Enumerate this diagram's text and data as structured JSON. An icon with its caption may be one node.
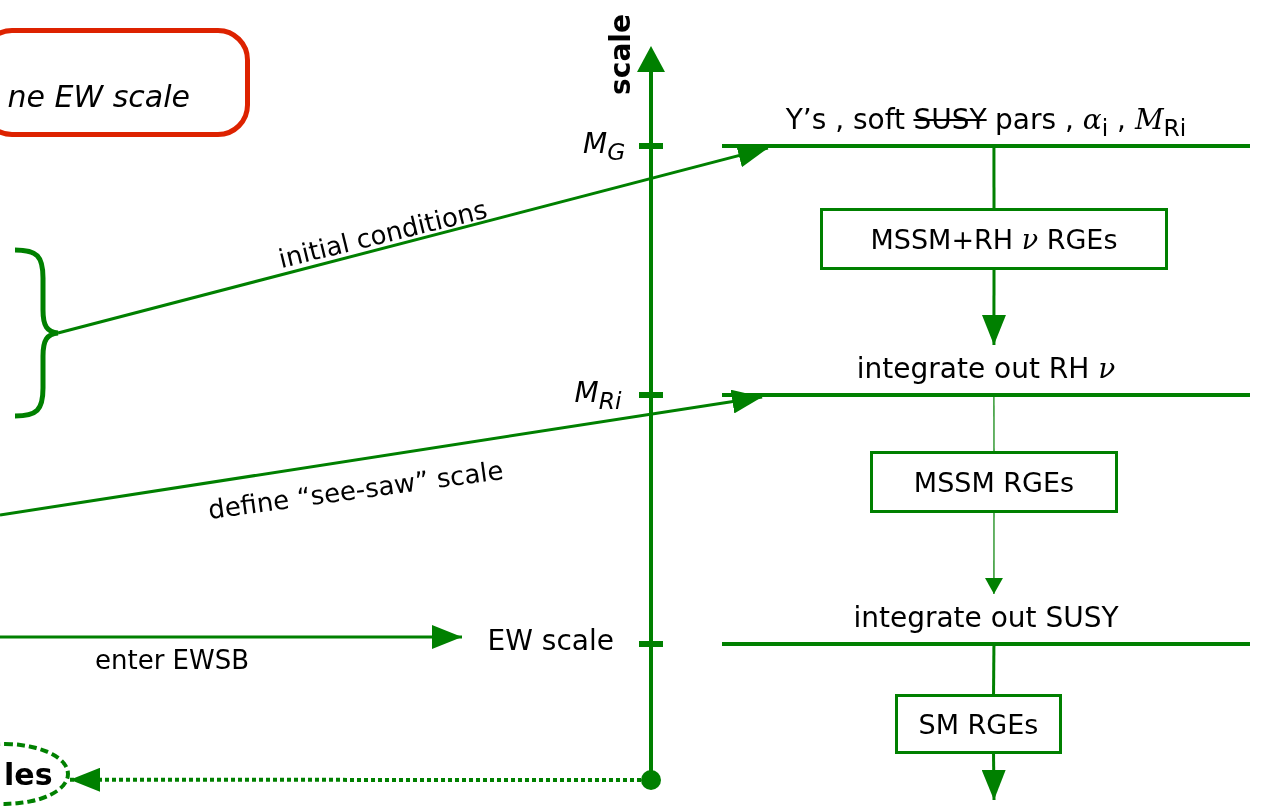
{
  "diagram": {
    "nodes": [
      {
        "text": [
          "ne EW scale"
        ]
      },
      {
        "text": [],
        "shape": "brace"
      },
      {
        "text": [
          "Y’s , soft",
          "SUSY",
          "pars , *α*$_{i}$ , *M*$_{Ri}$"
        ]
      },
      {
        "text": [
          "MSSM+RH *ν* RGEs"
        ]
      },
      {
        "text": [
          "integrate out RH *ν*"
        ]
      },
      {
        "text": [
          "MSSM RGEs"
        ]
      },
      {
        "text": [
          "integrate out SUSY"
        ]
      },
      {
        "text": [
          "SM RGEs"
        ]
      },
      {
        "text": [
          "les"
        ]
      },
      {
        "text": [
          "EW scale"
        ]
      },
      {
        "text": [],
        "shape": "circle"
      }
    ],
    "edges": [
      {
        "from": 1,
        "to": 2,
        "arrow": "to",
        "label": "initial conditions"
      },
      {
        "from": null,
        "to": 4,
        "arrow": "to",
        "label": "define “see-saw” scale"
      },
      {
        "from": null,
        "to": 9,
        "arrow": "to",
        "label": "enter EWSB"
      },
      {
        "from": 10,
        "to": 8,
        "arrow": "to",
        "style": "dashed"
      },
      {
        "from": 2,
        "to": 3,
        "arrow": "none"
      },
      {
        "from": 3,
        "to": 4,
        "arrow": "to"
      },
      {
        "from": 4,
        "to": 5,
        "arrow": "none"
      },
      {
        "from": 5,
        "to": 6,
        "arrow": "to"
      },
      {
        "from": 6,
        "to": 7,
        "arrow": "none"
      },
      {
        "from": 7,
        "to": null,
        "arrow": "to"
      }
    ],
    "labels": [
      "scale",
      "M$_{G}$",
      "M$_{Ri}$"
    ]
  }
}
